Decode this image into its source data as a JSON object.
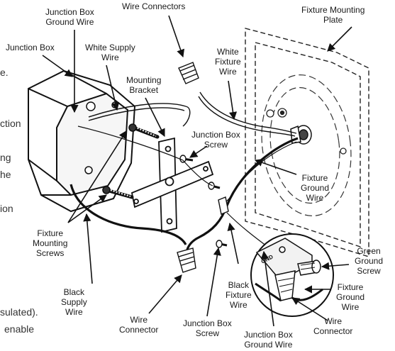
{
  "labels": {
    "wire_connectors_top": "Wire Connectors",
    "fixture_mounting_plate": [
      "Fixture Mounting",
      "Plate"
    ],
    "junction_box_ground_wire_top": [
      "Junction Box",
      "Ground Wire"
    ],
    "junction_box": "Junction Box",
    "white_supply_wire": [
      "White Supply",
      "Wire"
    ],
    "white_fixture_wire": [
      "White",
      "Fixture",
      "Wire"
    ],
    "mounting_bracket": [
      "Mounting",
      "Bracket"
    ],
    "junction_box_screw_upper": [
      "Junction Box",
      "Screw"
    ],
    "fixture_ground_wire_mid": [
      "Fixture",
      "Ground",
      "Wire"
    ],
    "fixture_mounting_screws": [
      "Fixture",
      "Mounting",
      "Screws"
    ],
    "black_supply_wire": [
      "Black",
      "Supply",
      "Wire"
    ],
    "wire_connector_bottom": [
      "Wire",
      "Connector"
    ],
    "junction_box_screw_lower": [
      "Junction Box",
      "Screw"
    ],
    "black_fixture_wire": [
      "Black",
      "Fixture",
      "Wire"
    ],
    "junction_box_ground_wire_bottom": [
      "Junction Box",
      "Ground Wire"
    ],
    "green_ground_screw": [
      "Green",
      "Ground",
      "Screw"
    ],
    "fixture_ground_wire_inset": [
      "Fixture",
      "Ground",
      "Wire"
    ],
    "wire_connector_inset": [
      "Wire",
      "Connector"
    ],
    "gnd_marking": "GND"
  },
  "side_text": {
    "line1": "e.",
    "line2": "ction",
    "line3": "ng",
    "line4": "he",
    "line5": "ion",
    "line6": "sulated).",
    "line7": "enable"
  }
}
